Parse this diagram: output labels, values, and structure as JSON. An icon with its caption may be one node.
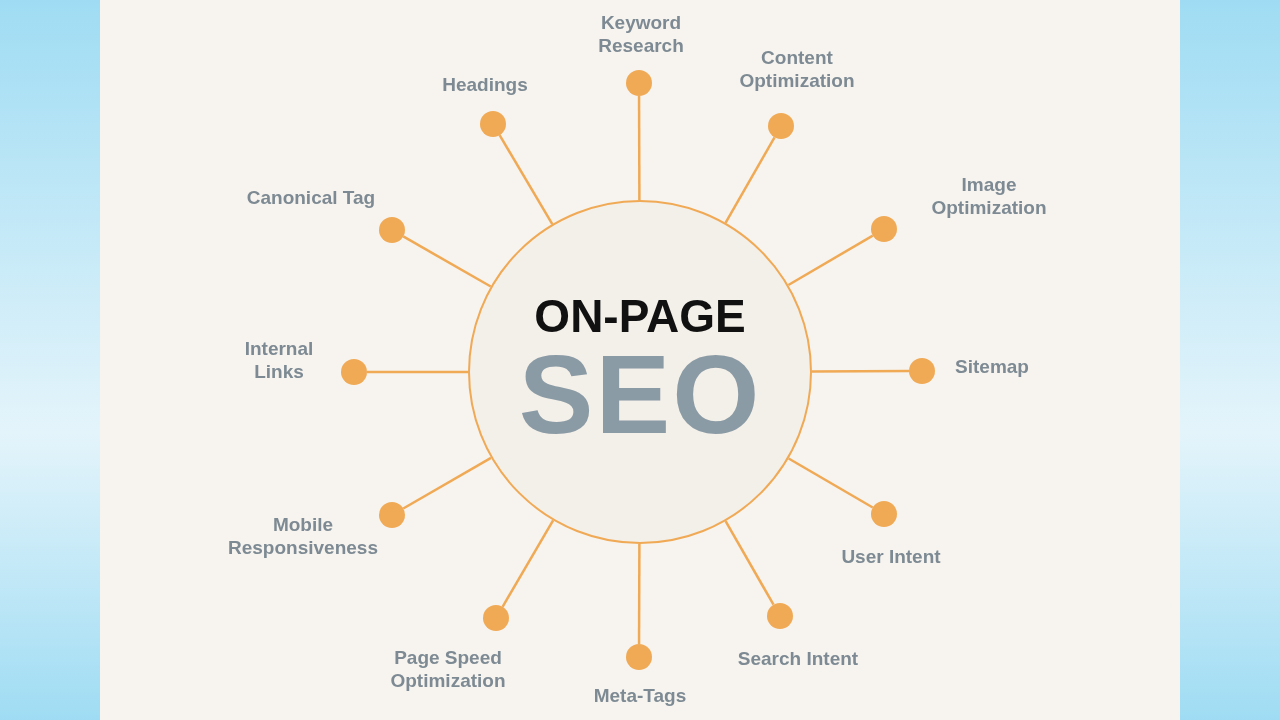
{
  "diagram": {
    "nodes": [
      {
        "text": [
          "ON-PAGE",
          "SEO"
        ]
      },
      {
        "text": [],
        "shape": "circle",
        "beside": [
          "Keyword Research"
        ]
      },
      {
        "text": [],
        "shape": "circle",
        "beside": [
          "Content Optimization"
        ]
      },
      {
        "text": [],
        "shape": "circle",
        "beside": [
          "Image Optimization"
        ]
      },
      {
        "text": [],
        "shape": "circle",
        "beside": [
          "Sitemap"
        ]
      },
      {
        "text": [],
        "shape": "circle",
        "beside": [
          "User Intent"
        ]
      },
      {
        "text": [],
        "shape": "circle",
        "beside": [
          "Search Intent"
        ]
      },
      {
        "text": [],
        "shape": "circle",
        "beside": [
          "Meta-Tags"
        ]
      },
      {
        "text": [],
        "shape": "circle",
        "beside": [
          "Page Speed Optimization"
        ]
      },
      {
        "text": [],
        "shape": "circle",
        "beside": [
          "Mobile Responsiveness"
        ]
      },
      {
        "text": [],
        "shape": "circle",
        "beside": [
          "Internal Links"
        ]
      },
      {
        "text": [],
        "shape": "circle",
        "beside": [
          "Canonical Tag"
        ]
      },
      {
        "text": [],
        "shape": "circle",
        "beside": [
          "Headings"
        ]
      }
    ],
    "edges": [
      {
        "from": 0,
        "to": 1,
        "arrow": "none"
      },
      {
        "from": 0,
        "to": 2,
        "arrow": "none"
      },
      {
        "from": 0,
        "to": 3,
        "arrow": "none"
      },
      {
        "from": 0,
        "to": 4,
        "arrow": "none"
      },
      {
        "from": 0,
        "to": 5,
        "arrow": "none"
      },
      {
        "from": 0,
        "to": 6,
        "arrow": "none"
      },
      {
        "from": 0,
        "to": 7,
        "arrow": "none"
      },
      {
        "from": 0,
        "to": 8,
        "arrow": "none"
      },
      {
        "from": 0,
        "to": 9,
        "arrow": "none"
      },
      {
        "from": 0,
        "to": 10,
        "arrow": "none"
      },
      {
        "from": 0,
        "to": 11,
        "arrow": "none"
      },
      {
        "from": 0,
        "to": 12,
        "arrow": "none"
      }
    ]
  }
}
